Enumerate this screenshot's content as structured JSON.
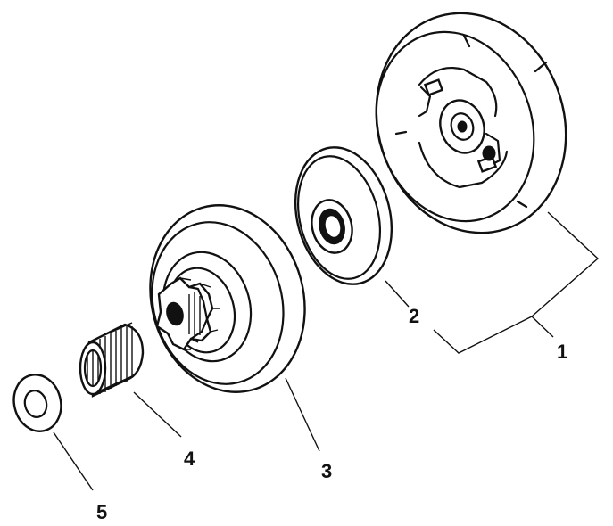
{
  "parts": [
    {
      "number": "1",
      "icon": "clutch-drum-assembly-icon"
    },
    {
      "number": "2",
      "icon": "washer-plate-icon"
    },
    {
      "number": "3",
      "icon": "sprocket-drum-icon"
    },
    {
      "number": "4",
      "icon": "needle-bearing-icon"
    },
    {
      "number": "5",
      "icon": "washer-icon"
    }
  ],
  "colors": {
    "ink": "#111111",
    "paper": "#ffffff"
  }
}
